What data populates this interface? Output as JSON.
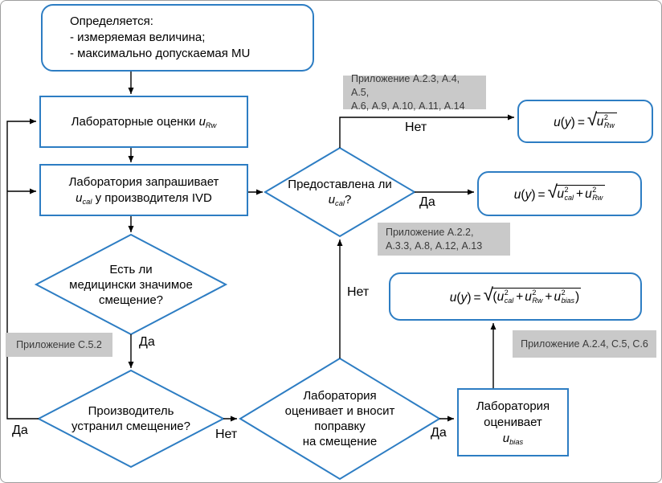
{
  "nodes": {
    "start": {
      "lines": [
        "Определяется:",
        "- измеряемая величина;",
        "- максимально допускаемая MU"
      ]
    },
    "lab_urw": {
      "text": "Лабораторные оценки",
      "math": {
        "base": "u",
        "sub": "Rw"
      }
    },
    "lab_ucal": {
      "line1": "Лаборатория запрашивает",
      "math": {
        "base": "u",
        "sub": "cal"
      },
      "line2_rest": "у производителя IVD"
    },
    "bias_significant": {
      "lines": [
        "Есть ли",
        "медицински значимое",
        "смещение?"
      ]
    },
    "manufacturer_fixed": {
      "lines": [
        "Производитель",
        "устранил смещение?"
      ]
    },
    "ucal_provided": {
      "line1": "Предоставлена ли",
      "math": {
        "base": "u",
        "sub": "cal"
      },
      "suffix": "?"
    },
    "lab_corrects": {
      "lines": [
        "Лаборатория",
        "оценивает и вносит",
        "поправку",
        "на смещение"
      ]
    },
    "lab_estimates_ubias": {
      "line1": "Лаборатория",
      "line2": "оценивает",
      "math": {
        "base": "u",
        "sub": "bias"
      }
    }
  },
  "formulas": {
    "f1": {
      "func": "u",
      "arg": "y",
      "eq": "=",
      "radical": "√",
      "paren": false,
      "terms": [
        {
          "base": "u",
          "sup": "2",
          "sub": "Rw"
        }
      ]
    },
    "f2": {
      "func": "u",
      "arg": "y",
      "eq": "=",
      "radical": "√",
      "paren": false,
      "terms": [
        {
          "base": "u",
          "sup": "2",
          "sub": "cal"
        },
        {
          "op": "+"
        },
        {
          "base": "u",
          "sup": "2",
          "sub": "Rw"
        }
      ]
    },
    "f3": {
      "func": "u",
      "arg": "y",
      "eq": "=",
      "radical": "√",
      "paren": true,
      "terms": [
        {
          "base": "u",
          "sup": "2",
          "sub": "cal"
        },
        {
          "op": "+"
        },
        {
          "base": "u",
          "sup": "2",
          "sub": "Rw"
        },
        {
          "op": "+"
        },
        {
          "base": "u",
          "sup": "2",
          "sub": "bias"
        }
      ]
    }
  },
  "annotations": {
    "a1": {
      "lines": [
        "Приложение А.2.3, А.4, А.5,",
        "А.6, А.9, А.10, А.11, А.14"
      ]
    },
    "a2": {
      "lines": [
        "Приложение А.2.2,",
        "А.3.3, А.8, А.12, А.13"
      ]
    },
    "a3": {
      "lines": [
        "Приложение С.5.2"
      ]
    },
    "a4": {
      "lines": [
        "Приложение А.2.4, С.5, С.6"
      ]
    }
  },
  "edge_labels": {
    "bias_yes": "Да",
    "fixed_yes": "Да",
    "fixed_no": "Нет",
    "correct_no": "Нет",
    "correct_yes": "Да",
    "provided_yes": "Да",
    "provided_no": "Нет"
  },
  "colors": {
    "node_border": "#2D7DC3",
    "annotation_bg": "#C9C9C9",
    "annotation_text": "#3A3A3A",
    "line": "#000000",
    "background": "#FFFFFF"
  }
}
